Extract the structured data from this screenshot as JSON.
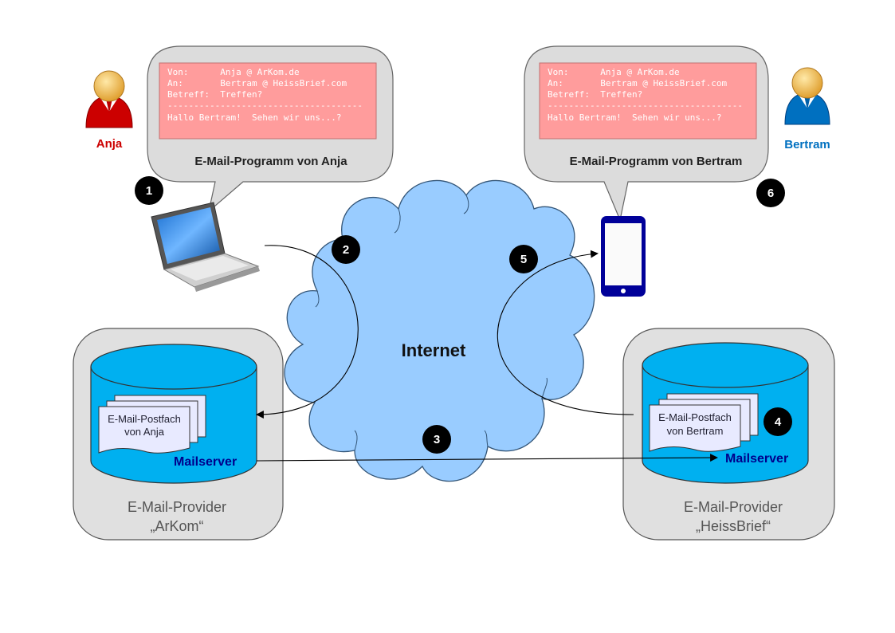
{
  "colors": {
    "bubble_fill": "#dcdcdc",
    "bubble_stroke": "#666666",
    "mail_fill": "#ff9c9c",
    "mail_text": "#ffffff",
    "cloud_fill": "#99ccff",
    "cloud_stroke": "#335577",
    "server_fill": "#00b0f0",
    "provider_fill": "#e0e0e0",
    "anja_red": "#cc0000",
    "bertram_blue": "#0070c0",
    "mailserver_text": "#00008b",
    "phone_blue": "#000099"
  },
  "people": {
    "anja": {
      "name": "Anja",
      "icon": "user-red-icon"
    },
    "bertram": {
      "name": "Bertram",
      "icon": "user-blue-icon"
    }
  },
  "mail_anja": {
    "line1": "Von:      Anja @ ArKom.de",
    "line2": "An:       Bertram @ HeissBrief.com",
    "line3": "Betreff:  Treffen?",
    "sep": "-------------------------------------",
    "line4": "Hallo Bertram!  Sehen wir uns...?",
    "program": "E-Mail-Programm von Anja"
  },
  "mail_bertram": {
    "line1": "Von:      Anja @ ArKom.de",
    "line2": "An:       Bertram @ HeissBrief.com",
    "line3": "Betreff:  Treffen?",
    "sep": "-------------------------------------",
    "line4": "Hallo Bertram!  Sehen wir uns...?",
    "program": "E-Mail-Programm von Bertram"
  },
  "internet": "Internet",
  "steps": [
    "1",
    "2",
    "3",
    "4",
    "5",
    "6"
  ],
  "provider_arkom": {
    "postfach1": "E-Mail-Postfach",
    "postfach2": "von Anja",
    "server": "Mailserver",
    "provider1": "E-Mail-Provider",
    "provider2": "„ArKom“"
  },
  "provider_heiss": {
    "postfach1": "E-Mail-Postfach",
    "postfach2": "von Bertram",
    "server": "Mailserver",
    "provider1": "E-Mail-Provider",
    "provider2": "„HeissBrief“"
  },
  "devices": {
    "laptop": "laptop-icon",
    "phone": "smartphone-icon"
  }
}
